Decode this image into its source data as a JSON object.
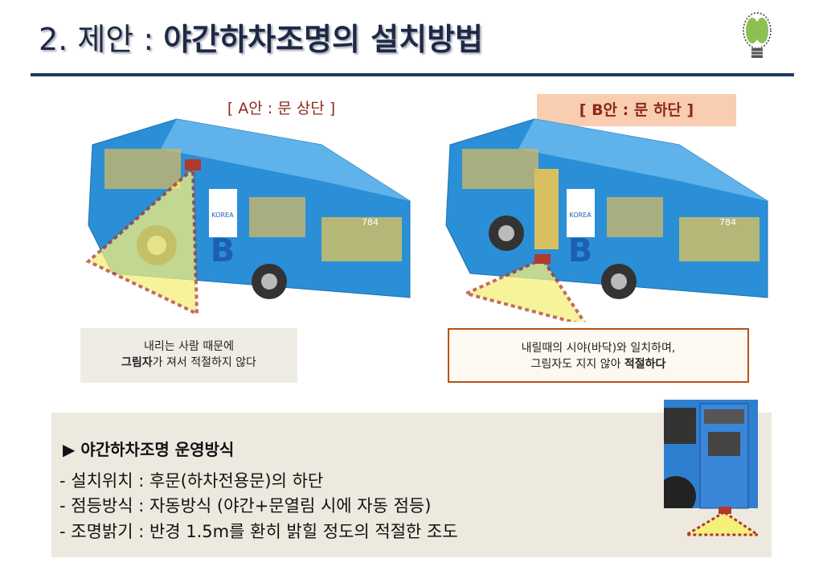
{
  "title": {
    "prefix": "2. 제안 : ",
    "main": "야간하차조명의 설치방법"
  },
  "option_a": {
    "label": "[ A안 : 문 상단 ]",
    "caption_line1": "내리는 사람 때문에",
    "caption_bold": "그림자",
    "caption_rest": "가 져서 적절하지 않다"
  },
  "option_b": {
    "label": "[ B안 : 문 하단 ]",
    "caption_line1": "내릴때의 시야(바닥)와 일치하며,",
    "caption_line2": "그림자도 지지 않아 ",
    "caption_bold": "적절하다"
  },
  "bus": {
    "route_number": "784",
    "badge": "B",
    "logo_text": "KOREA"
  },
  "operation": {
    "heading": "▶ 야간하차조명 운영방식",
    "items": [
      "- 설치위치 : 후문(하차전용문)의 하단",
      "- 점등방식 : 자동방식 (야간+문열림 시에 자동 점등)",
      "- 조명밝기 : 반경 1.5m를 환히 밝힐 정도의 적절한 조도"
    ]
  },
  "colors": {
    "navy": "#1f3a5f",
    "label_red": "#8b2a1a",
    "highlight": "#f8cdb0",
    "bus_blue": "#2a8fd6",
    "light_yellow": "#f5f07a",
    "dash_red": "#b03a2e"
  }
}
